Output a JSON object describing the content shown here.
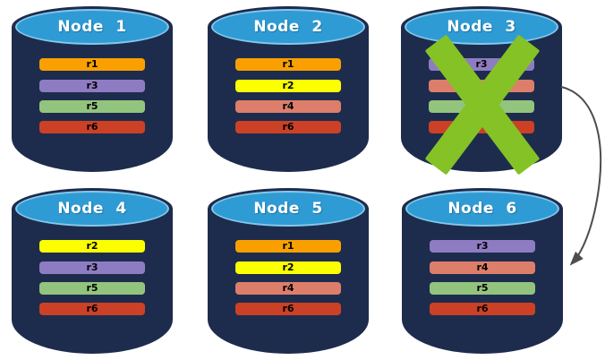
{
  "diagram": {
    "nodes": [
      {
        "title": "Node 1",
        "replicas": [
          {
            "label": "r1",
            "color": "#F9A000"
          },
          {
            "label": "r3",
            "color": "#8E7CC3"
          },
          {
            "label": "r5",
            "color": "#93C47D"
          },
          {
            "label": "r6",
            "color": "#CC4125"
          }
        ]
      },
      {
        "title": "Node 2",
        "replicas": [
          {
            "label": "r1",
            "color": "#F9A000"
          },
          {
            "label": "r2",
            "color": "#FBFF00"
          },
          {
            "label": "r4",
            "color": "#DD7E6B"
          },
          {
            "label": "r6",
            "color": "#CC4125"
          }
        ]
      },
      {
        "title": "Node 3",
        "failed": true,
        "replicas": [
          {
            "label": "r3",
            "color": "#8E7CC3"
          },
          {
            "label": "",
            "color": "#DD7E6B"
          },
          {
            "label": "",
            "color": "#93C47D"
          },
          {
            "label": "",
            "color": "#CC4125"
          }
        ]
      },
      {
        "title": "Node 4",
        "replicas": [
          {
            "label": "r2",
            "color": "#FBFF00"
          },
          {
            "label": "r3",
            "color": "#8E7CC3"
          },
          {
            "label": "r5",
            "color": "#93C47D"
          },
          {
            "label": "r6",
            "color": "#CC4125"
          }
        ]
      },
      {
        "title": "Node 5",
        "replicas": [
          {
            "label": "r1",
            "color": "#F9A000"
          },
          {
            "label": "r2",
            "color": "#FBFF00"
          },
          {
            "label": "r4",
            "color": "#DD7E6B"
          },
          {
            "label": "r6",
            "color": "#CC4125"
          }
        ]
      },
      {
        "title": "Node 6",
        "replicas": [
          {
            "label": "r3",
            "color": "#8E7CC3"
          },
          {
            "label": "r4",
            "color": "#DD7E6B"
          },
          {
            "label": "r5",
            "color": "#93C47D"
          },
          {
            "label": "r6",
            "color": "#CC4125"
          }
        ]
      }
    ],
    "colors": {
      "background": "#FFFFFF",
      "cylinder_body": "#1D2C4D",
      "cylinder_top_fill": "#2F9BD5",
      "cylinder_top_rim": "#85C8EA",
      "title_text": "#FFFFFF",
      "replica_label_text": "#000000",
      "failure_x": "#84C226",
      "arrow": "#4D4D4D"
    },
    "annotations": {
      "failure_x_on": "Node 3",
      "arrow_from": "Node 3",
      "arrow_to": "Node 6"
    }
  }
}
